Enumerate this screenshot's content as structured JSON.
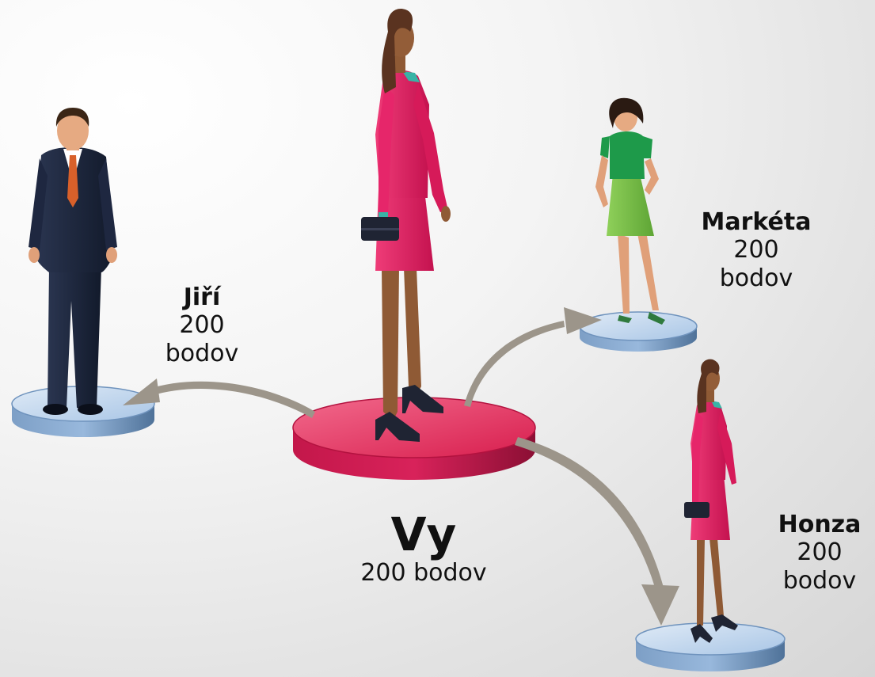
{
  "people": [
    {
      "id": "jiri",
      "name": "Jiří",
      "points": "200",
      "unit": "bodov"
    },
    {
      "id": "marketa",
      "name": "Markéta",
      "points": "200",
      "unit": "bodov"
    },
    {
      "id": "honza",
      "name": "Honza",
      "points": "200",
      "unit": "bodov"
    }
  ],
  "you": {
    "name": "Vy",
    "points_text": "200 bodov"
  },
  "colors": {
    "center_platform": "#d81e4e",
    "side_platform": "#a9c6e6",
    "arrow": "#9c958a",
    "pink_outfit": "#e0195f",
    "green_top": "#1e9a4a",
    "green_skirt": "#74c043",
    "suit": "#1b2438",
    "tie": "#d8602a"
  }
}
